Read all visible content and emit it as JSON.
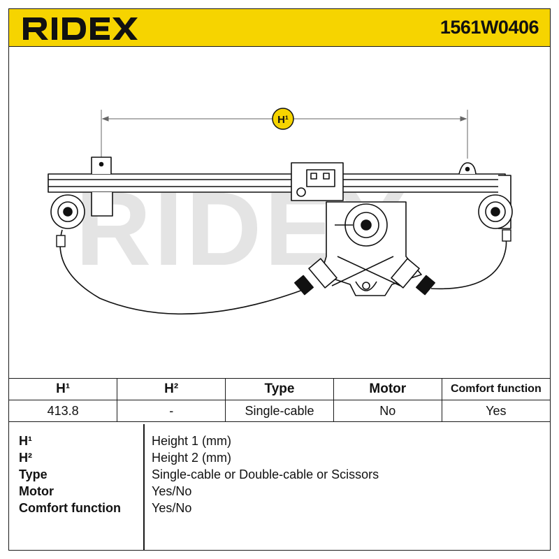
{
  "header": {
    "brand": "RIDEX",
    "brand_color": "#111111",
    "background_color": "#f6d400",
    "part_number": "1561W0406"
  },
  "drawing": {
    "subject": "window-regulator",
    "dimension_label": "H¹",
    "watermark": "RIDEX"
  },
  "specs": {
    "headers": [
      "H¹",
      "H²",
      "Type",
      "Motor",
      "Comfort function"
    ],
    "values": [
      "413.8",
      "-",
      "Single-cable",
      "No",
      "Yes"
    ]
  },
  "legend": [
    {
      "key": "H¹",
      "value": "Height 1 (mm)"
    },
    {
      "key": "H²",
      "value": "Height 2 (mm)"
    },
    {
      "key": "Type",
      "value": "Single-cable or Double-cable or Scissors"
    },
    {
      "key": "Motor",
      "value": "Yes/No"
    },
    {
      "key": "Comfort function",
      "value": "Yes/No"
    }
  ]
}
